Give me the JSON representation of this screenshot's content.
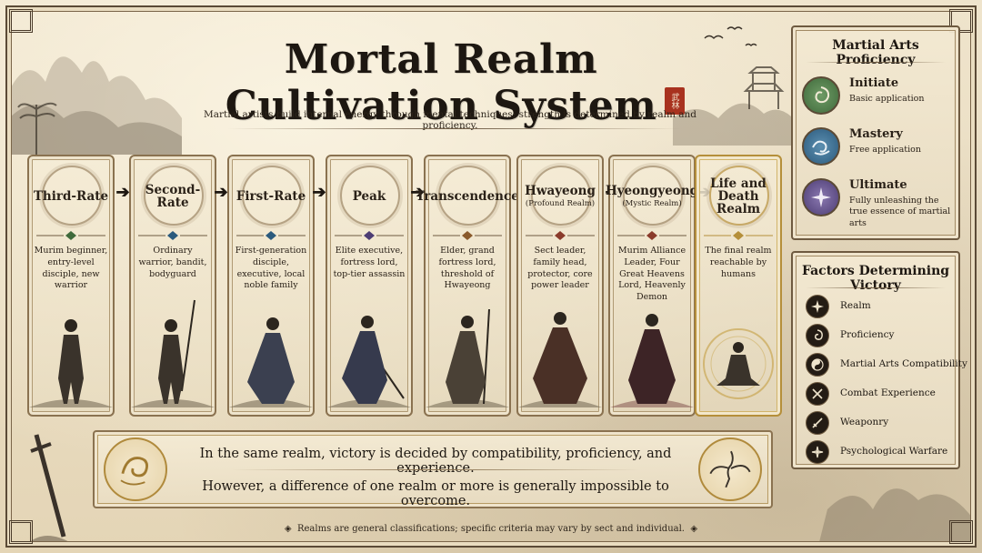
{
  "header": {
    "title": "Mortal Realm Cultivation System",
    "seal_text": "武林",
    "subtitle": "Martial artists build internal energy through mental techniques; strength is determined by realm and proficiency."
  },
  "realms": [
    {
      "name": "Third-Rate",
      "sub": "",
      "description": "Murim beginner, entry-level disciple, new warrior"
    },
    {
      "name": "Second-Rate",
      "sub": "",
      "description": "Ordinary warrior, bandit, bodyguard"
    },
    {
      "name": "First-Rate",
      "sub": "",
      "description": "First-generation disciple, executive, local noble family"
    },
    {
      "name": "Peak",
      "sub": "",
      "description": "Elite executive, fortress lord, top-tier assassin"
    },
    {
      "name": "Transcendence",
      "sub": "",
      "description": "Elder, grand fortress lord, threshold of Hwayeong"
    },
    {
      "name": "Hwayeong",
      "sub": "(Profound Realm)",
      "description": "Sect leader, family head, protector, core power leader"
    },
    {
      "name": "Hyeongyeong",
      "sub": "(Mystic Realm)",
      "description": "Murim Alliance Leader, Four Great Heavens Lord, Heavenly Demon"
    },
    {
      "name": "Life and Death Realm",
      "sub": "",
      "description": "The final realm reachable by humans"
    }
  ],
  "arrow_glyph": "➔",
  "banner": {
    "line1": "In the same realm, victory is decided by compatibility, proficiency, and experience.",
    "line2": "However, a difference of one realm or more is generally impossible to overcome."
  },
  "footnote": "Realms are general classifications; specific criteria may vary by sect and individual.",
  "footnote_icon": "◈",
  "proficiency": {
    "title": "Martial Arts Proficiency",
    "items": [
      {
        "name": "Initiate",
        "description": "Basic application",
        "icon": "swirl-icon",
        "color": "#3f6a3b"
      },
      {
        "name": "Mastery",
        "description": "Free application",
        "icon": "wave-swirl-icon",
        "color": "#2b5a7d"
      },
      {
        "name": "Ultimate",
        "description": "Fully unleashing the true essence of martial arts",
        "icon": "star-burst-icon",
        "color": "#4d3d74"
      }
    ]
  },
  "factors": {
    "title": "Factors Determining Victory",
    "items": [
      {
        "label": "Realm",
        "icon": "compass-star-icon"
      },
      {
        "label": "Proficiency",
        "icon": "spiral-icon"
      },
      {
        "label": "Martial Arts Compatibility",
        "icon": "yin-yang-icon"
      },
      {
        "label": "Combat Experience",
        "icon": "crossed-swords-icon"
      },
      {
        "label": "Weaponry",
        "icon": "sword-icon"
      },
      {
        "label": "Psychological Warfare",
        "icon": "mind-icon"
      }
    ]
  }
}
